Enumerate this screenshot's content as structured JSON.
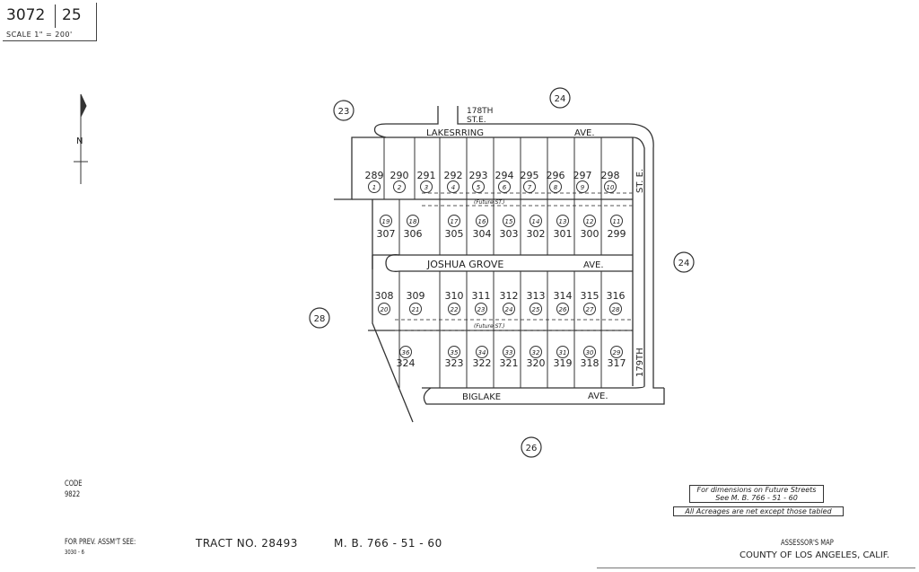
{
  "header": {
    "book": "3072",
    "page": "25",
    "scale": "SCALE 1\" = 200'"
  },
  "north": "N",
  "adjacent_maps": [
    "23",
    "24",
    "24",
    "28",
    "26"
  ],
  "streets": {
    "top": "LAKESRRING",
    "top_suffix": "AVE.",
    "middle": "JOSHUA GROVE",
    "middle_suffix": "AVE.",
    "bottom": "BIGLAKE",
    "bottom_suffix": "AVE.",
    "north_cross": "178TH",
    "north_cross2": "ST.E.",
    "east_upper": "ST. E.",
    "east_lower": "179TH",
    "future": "(Future ST.)"
  },
  "parcels": {
    "row1": [
      [
        "289",
        "1"
      ],
      [
        "290",
        "2"
      ],
      [
        "291",
        "3"
      ],
      [
        "292",
        "4"
      ],
      [
        "293",
        "5"
      ],
      [
        "294",
        "6"
      ],
      [
        "295",
        "7"
      ],
      [
        "296",
        "8"
      ],
      [
        "297",
        "9"
      ],
      [
        "298",
        "10"
      ]
    ],
    "row2": [
      [
        "307",
        "19"
      ],
      [
        "306",
        "18"
      ],
      [
        "305",
        "17"
      ],
      [
        "304",
        "16"
      ],
      [
        "303",
        "15"
      ],
      [
        "302",
        "14"
      ],
      [
        "301",
        "13"
      ],
      [
        "300",
        "12"
      ],
      [
        "299",
        "11"
      ]
    ],
    "row3": [
      [
        "308",
        "20"
      ],
      [
        "309",
        "21"
      ],
      [
        "310",
        "22"
      ],
      [
        "311",
        "23"
      ],
      [
        "312",
        "24"
      ],
      [
        "313",
        "25"
      ],
      [
        "314",
        "26"
      ],
      [
        "315",
        "27"
      ],
      [
        "316",
        "28"
      ]
    ],
    "row4": [
      [
        "324",
        "36"
      ],
      [
        "323",
        "35"
      ],
      [
        "322",
        "34"
      ],
      [
        "321",
        "33"
      ],
      [
        "320",
        "32"
      ],
      [
        "319",
        "31"
      ],
      [
        "318",
        "30"
      ],
      [
        "317",
        "29"
      ]
    ]
  },
  "footer": {
    "code_label": "CODE",
    "code": "9822",
    "prev_label": "FOR PREV. ASSM'T SEE:",
    "prev": "3030 - 6",
    "tract": "TRACT  NO. 28493",
    "mb": "M. B. 766 - 51 - 60",
    "note1a": "For dimensions on Future Streets",
    "note1b": "See M. B. 766 - 51 - 60",
    "note2": "All Acreages are net except those tabled",
    "title1": "ASSESSOR'S MAP",
    "title2": "COUNTY OF LOS ANGELES, CALIF."
  }
}
